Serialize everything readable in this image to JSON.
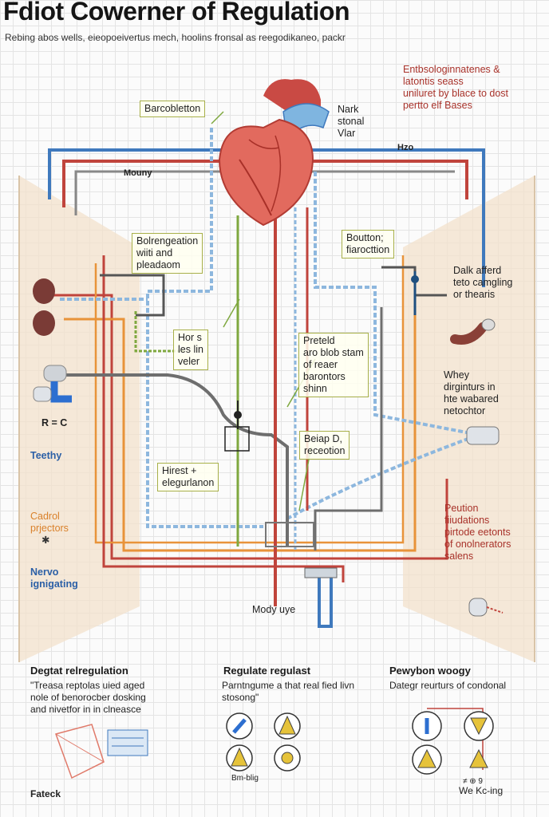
{
  "header": {
    "title": "Fdiot Cowerner of Regulation",
    "subtitle": "Rebing abos wells, eieopoeivertus mech, hoolins fronsal as reegodikaneo, packr"
  },
  "labels": {
    "top_right_lines": [
      "Entbsologinnatenes &",
      "latontis seass",
      "uniluret by blace to dost",
      "pertto elf Bases"
    ],
    "baroreceptor": "Barcobletton",
    "nark_lines": [
      "Nark",
      "stonal",
      "Vlar"
    ],
    "hzo": "Hzo",
    "mouny": "Mouny",
    "left_box_lines": [
      "Bolrengeation",
      "wiiti and",
      "pleadaom"
    ],
    "right_box_lines": [
      "Boutton;",
      "fiarocttion"
    ],
    "dalk_lines": [
      "Dalk afferd",
      "teto camgling",
      "or thearis"
    ],
    "hor_lines": [
      "Hor s",
      "les lin",
      "veler"
    ],
    "preteld_lines": [
      "Preteld",
      "aro blob stam",
      "of reaer",
      "barontors",
      "shinn"
    ],
    "whey_lines": [
      "Whey",
      "dirginturs in",
      "hte wabared",
      "netochtor"
    ],
    "r_c": "R = C",
    "teethy": "Teethy",
    "beap_lines": [
      "Beiap D,",
      "receotion"
    ],
    "hirest_lines": [
      "Hirest +",
      "elegurlanon"
    ],
    "cadrol_lines": [
      "Cadrol",
      "prjectors"
    ],
    "cadrol_mark": "✱",
    "peution_lines": [
      "Peution",
      "fiiudations",
      "pirtode eetonts",
      "of onolnerators",
      "salens"
    ],
    "nervo_lines": [
      "Nervo",
      "ignigating"
    ],
    "mody": "Mody uye"
  },
  "bottom": {
    "col1": {
      "heading": "Degtat relregulation",
      "lines": [
        "\"Treasa reptolas uied aged",
        "nole of benorocber dosking",
        "and nivetfor in in clneasce"
      ],
      "footer": "Fateck"
    },
    "col2": {
      "heading": "Regulate regulast",
      "lines": [
        "Parntngume a that real fied livn",
        "stosong\""
      ],
      "footer": "Bm-blig"
    },
    "col3": {
      "heading": "Pewybon woogy",
      "lines": [
        "Dategr reurturs of condonal"
      ],
      "footer_top": "≠ ⊕ 9",
      "footer": "We Kc-ing"
    }
  },
  "colors": {
    "artery_red": "#c0443c",
    "vein_blue": "#3f79bd",
    "nerve_gray": "#7a7a7a",
    "dark_gray": "#555555",
    "orange": "#e8933a",
    "green": "#7fa83f",
    "light_blue": "#9cc4e4",
    "panel": "#f3e2cc"
  },
  "icons": [
    "heart-illustration",
    "kidney-icon",
    "valve-icon",
    "vessel-icon",
    "syringe-icon",
    "cycle-icon"
  ]
}
